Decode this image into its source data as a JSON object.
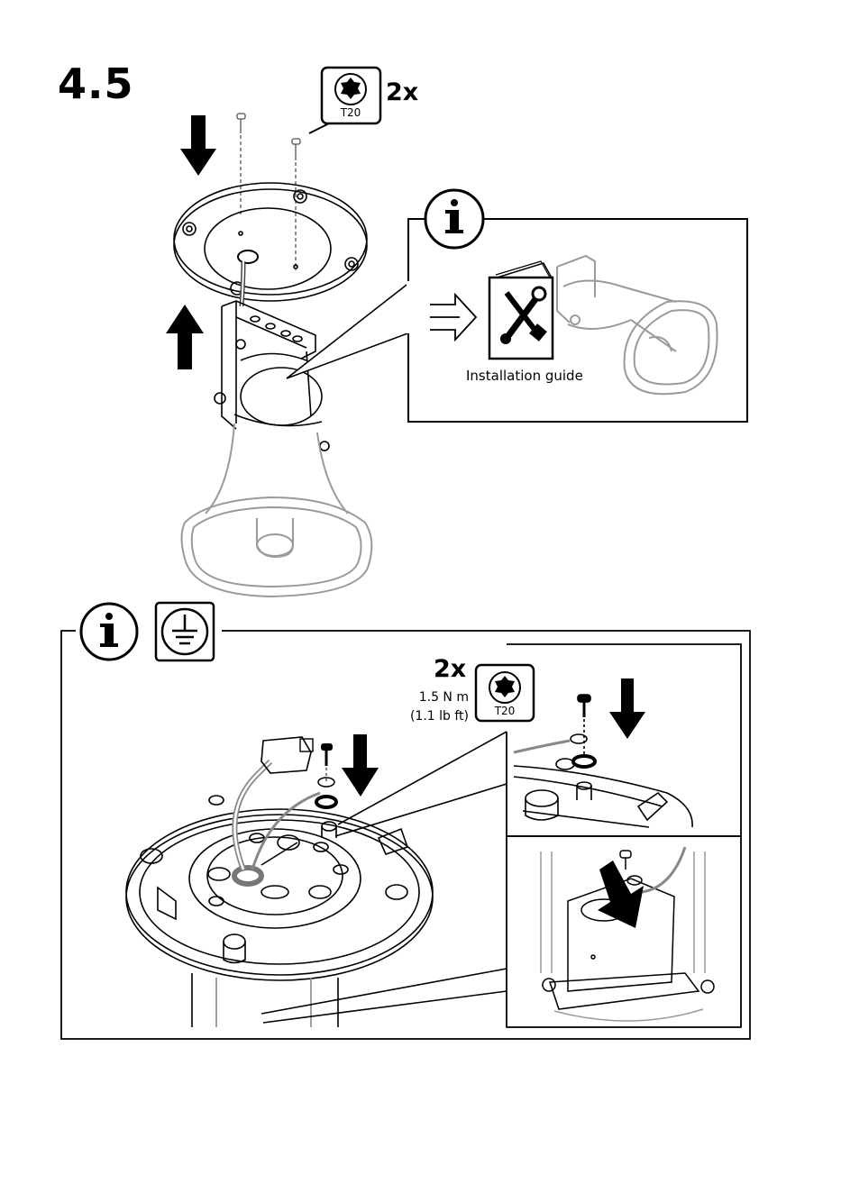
{
  "step": {
    "number": "4.5"
  },
  "top_callout": {
    "quantity": "2x",
    "bit": "T20",
    "icon": "torx-t20-bit-icon"
  },
  "info_box_top": {
    "icon": "info-icon",
    "caption": "Installation guide",
    "booklet_icon": "tools-manual-icon"
  },
  "bottom_panel": {
    "icons": [
      "info-icon",
      "protective-earth-ground-icon"
    ],
    "quantity": "2x",
    "torque_nm": "1.5 N m",
    "torque_lbft": "(1.1 lb ft)",
    "bit": "T20"
  },
  "colors": {
    "line": "#000000",
    "ghost": "#9a9a9a",
    "ghost_light": "#bdbdbd",
    "background": "#ffffff"
  }
}
